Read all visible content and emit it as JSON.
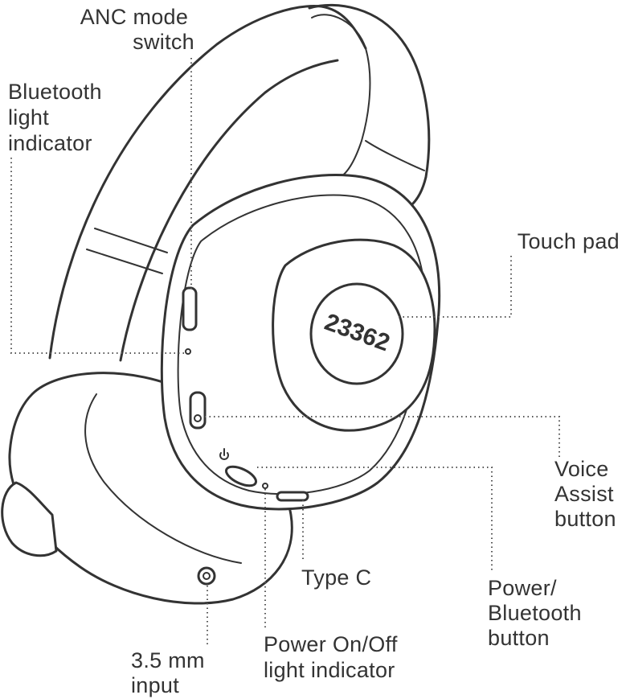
{
  "labels": {
    "anc_mode_switch": [
      "ANC mode",
      "switch"
    ],
    "bluetooth_light_indicator": [
      "Bluetooth",
      "light",
      "indicator"
    ],
    "touch_pad": [
      "Touch pad"
    ],
    "voice_assist_button": [
      "Voice",
      "Assist",
      "button"
    ],
    "power_bluetooth_button": [
      "Power/",
      "Bluetooth",
      "button"
    ],
    "type_c": [
      "Type C"
    ],
    "power_light_indicator": [
      "Power On/Off",
      "light indicator"
    ],
    "audio_input": [
      "3.5 mm",
      "input"
    ]
  },
  "logo_text": "23362",
  "icons": [
    "headphones-illustration",
    "power-icon"
  ]
}
